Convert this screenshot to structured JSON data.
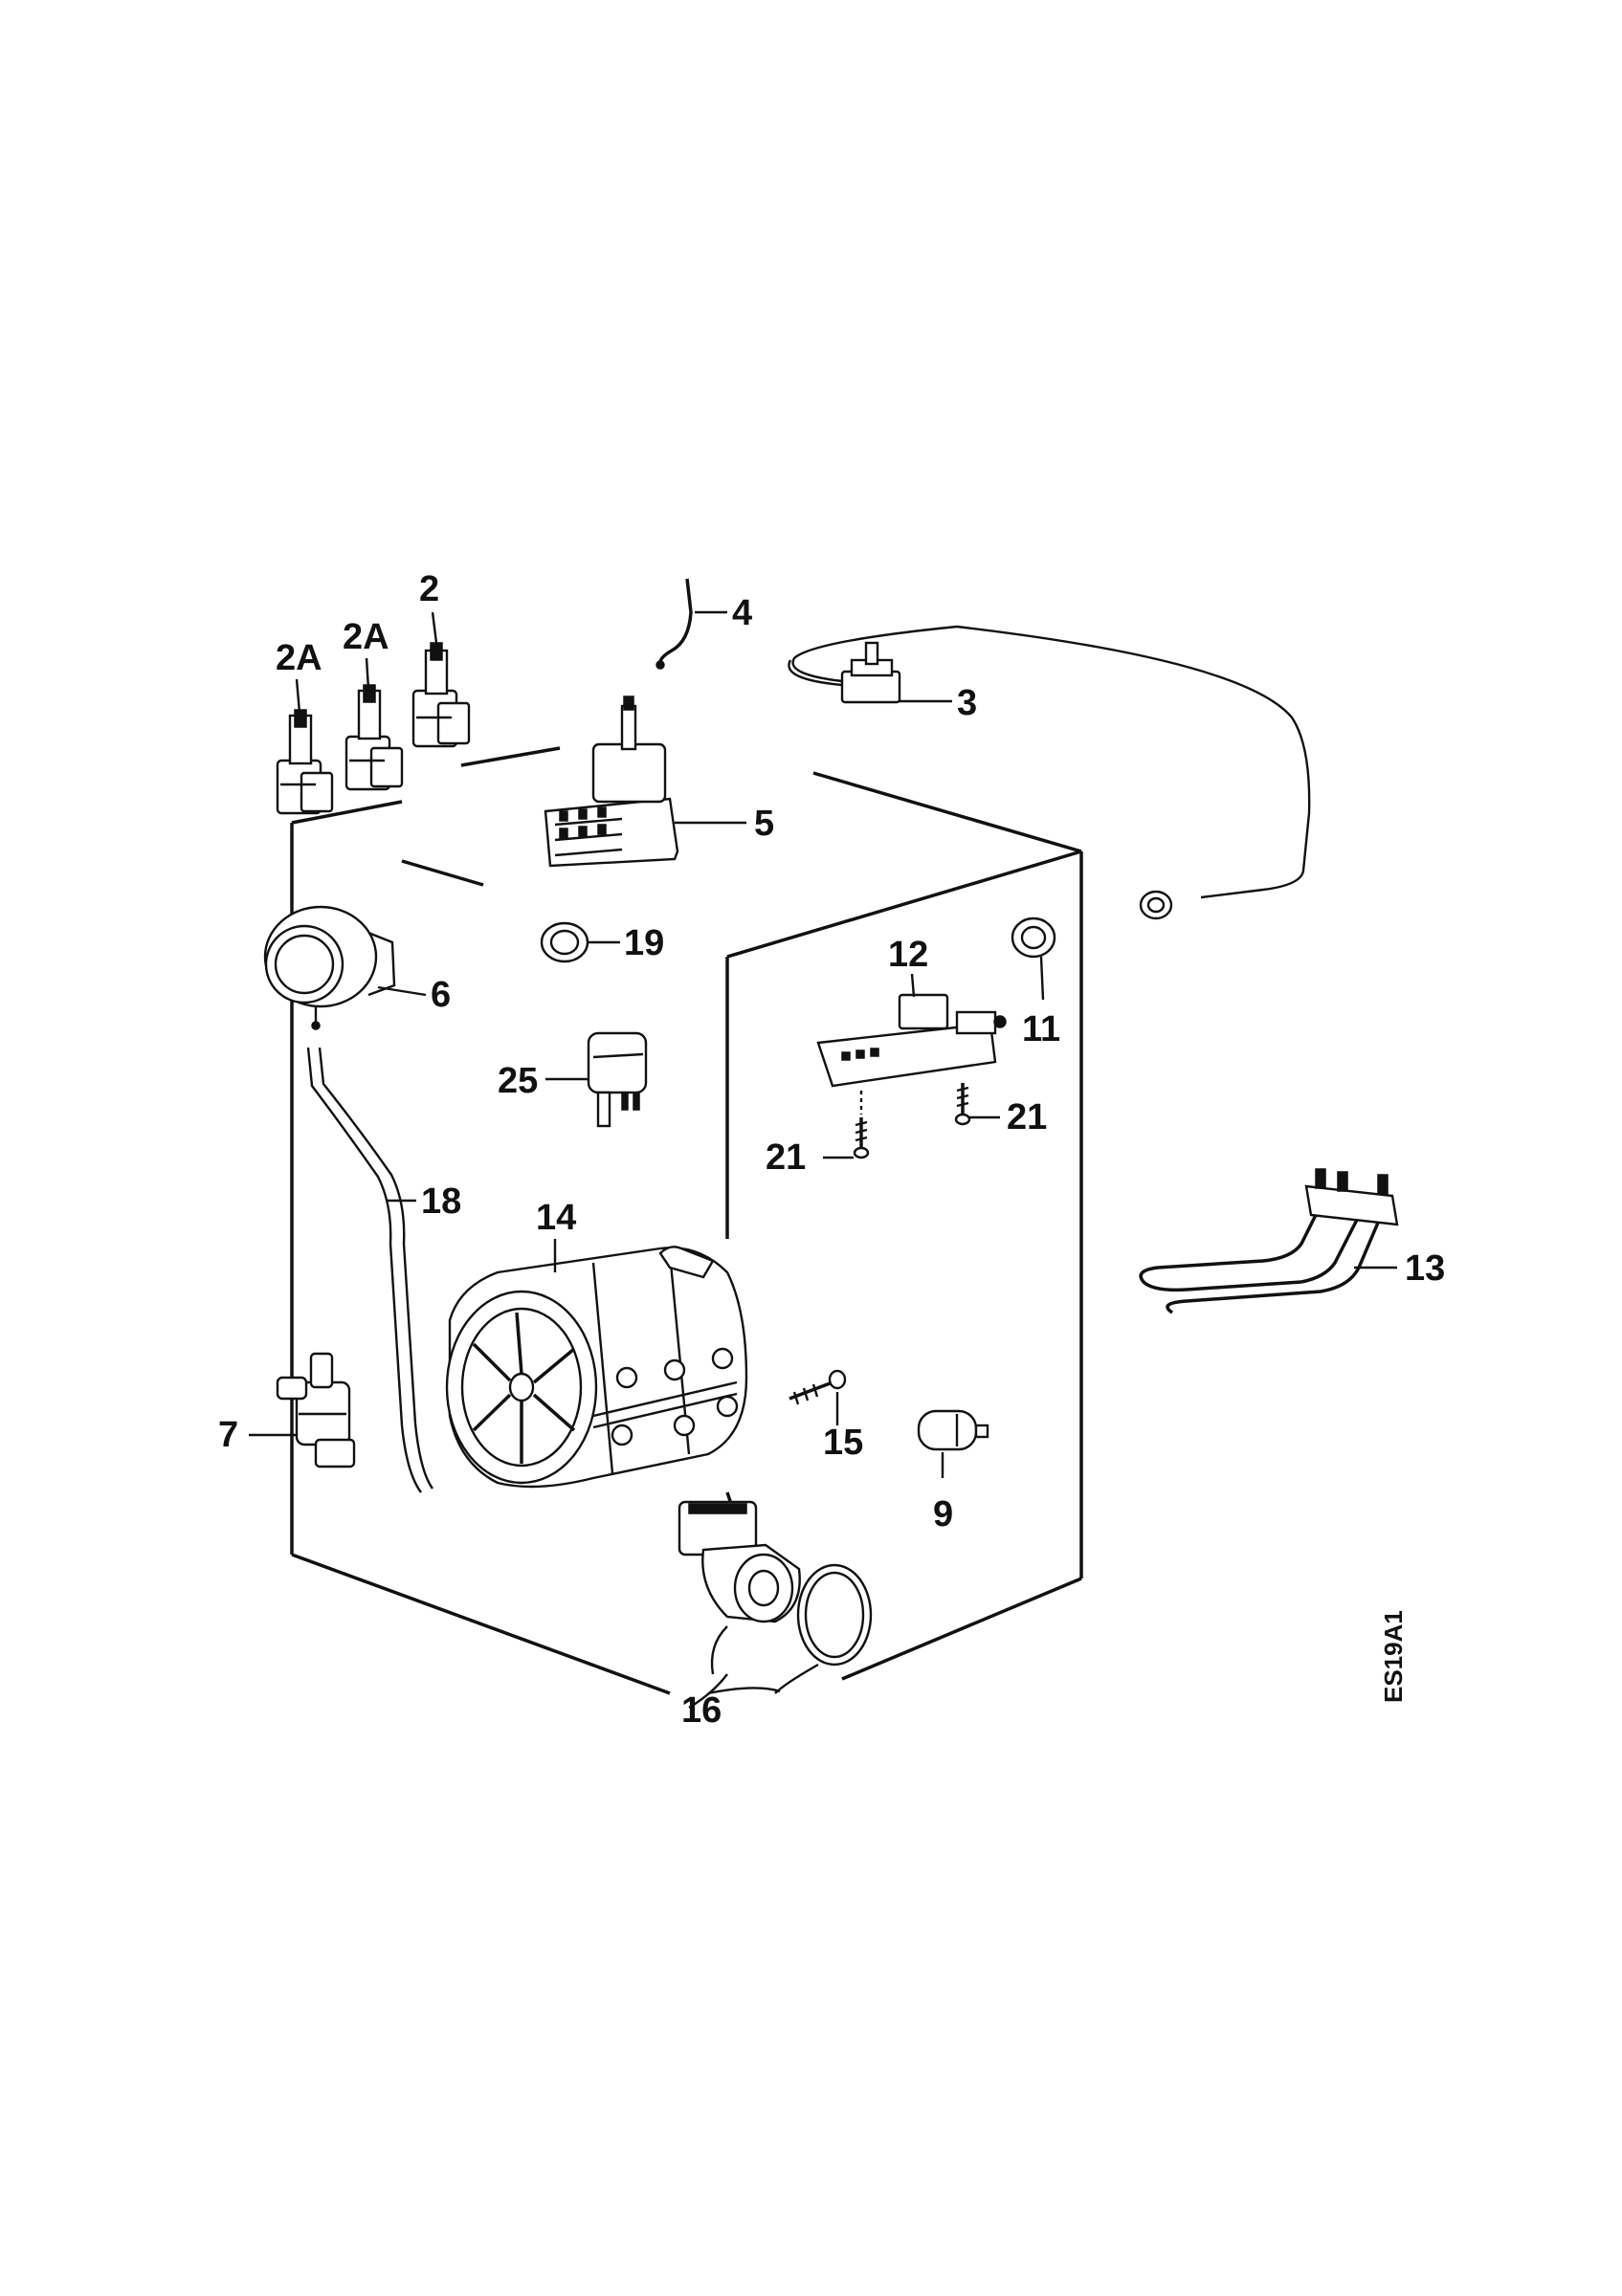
{
  "callouts": [
    {
      "id": "2a-left",
      "label": "2A"
    },
    {
      "id": "2a-mid",
      "label": "2A"
    },
    {
      "id": "2",
      "label": "2"
    },
    {
      "id": "4",
      "label": "4"
    },
    {
      "id": "3",
      "label": "3"
    },
    {
      "id": "5",
      "label": "5"
    },
    {
      "id": "6",
      "label": "6"
    },
    {
      "id": "19",
      "label": "19"
    },
    {
      "id": "12",
      "label": "12"
    },
    {
      "id": "11",
      "label": "11"
    },
    {
      "id": "25",
      "label": "25"
    },
    {
      "id": "21-right",
      "label": "21"
    },
    {
      "id": "21-left",
      "label": "21"
    },
    {
      "id": "18",
      "label": "18"
    },
    {
      "id": "14",
      "label": "14"
    },
    {
      "id": "13",
      "label": "13"
    },
    {
      "id": "7",
      "label": "7"
    },
    {
      "id": "15",
      "label": "15"
    },
    {
      "id": "9",
      "label": "9"
    },
    {
      "id": "16",
      "label": "16"
    }
  ],
  "drawing_code": "ES19A1",
  "colors": {
    "ink": "#111111",
    "background": "#ffffff"
  }
}
